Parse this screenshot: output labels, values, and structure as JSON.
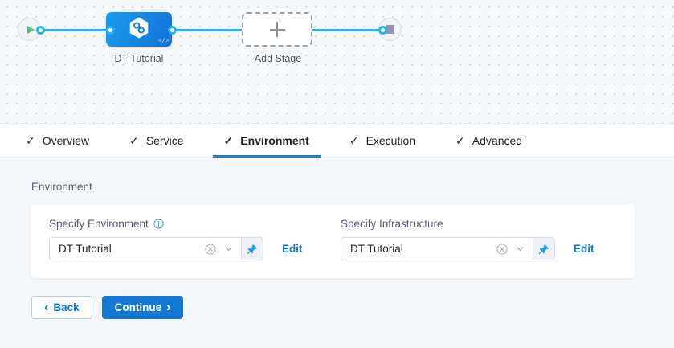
{
  "canvas": {
    "start_node": {
      "icon": "play-icon",
      "label": ""
    },
    "end_node": {
      "icon": "stop-icon",
      "label": ""
    },
    "stage": {
      "label": "DT Tutorial",
      "icon": "harness-hexagon-icon",
      "badge": "</>"
    },
    "add_stage": {
      "label": "Add Stage",
      "icon": "plus-icon"
    }
  },
  "tabs": [
    {
      "label": "Overview",
      "check": "✓",
      "active": false
    },
    {
      "label": "Service",
      "check": "✓",
      "active": false
    },
    {
      "label": "Environment",
      "check": "✓",
      "active": true
    },
    {
      "label": "Execution",
      "check": "✓",
      "active": false
    },
    {
      "label": "Advanced",
      "check": "✓",
      "active": false
    }
  ],
  "pane": {
    "section_title": "Environment",
    "fields": {
      "environment": {
        "label": "Specify Environment",
        "has_info_icon": true,
        "value": "DT Tutorial",
        "clear_icon": "clear-circle-icon",
        "chevron_icon": "chevron-down-icon",
        "pin_icon": "pin-icon",
        "edit_label": "Edit"
      },
      "infrastructure": {
        "label": "Specify Infrastructure",
        "has_info_icon": false,
        "value": "DT Tutorial",
        "clear_icon": "clear-circle-icon",
        "chevron_icon": "chevron-down-icon",
        "pin_icon": "pin-icon",
        "edit_label": "Edit"
      }
    },
    "footer": {
      "back_label": "Back",
      "back_chevron": "‹",
      "continue_label": "Continue",
      "continue_chevron": "›"
    }
  },
  "colors": {
    "accent_blue": "#1278d4",
    "link_blue": "#0c7ad0",
    "connector_blue": "#20b6f0",
    "canvas_bg": "#f6f9fc",
    "pane_bg": "#f5f8fb",
    "play_green": "#4dc16e",
    "stop_gray": "#9293ab"
  }
}
